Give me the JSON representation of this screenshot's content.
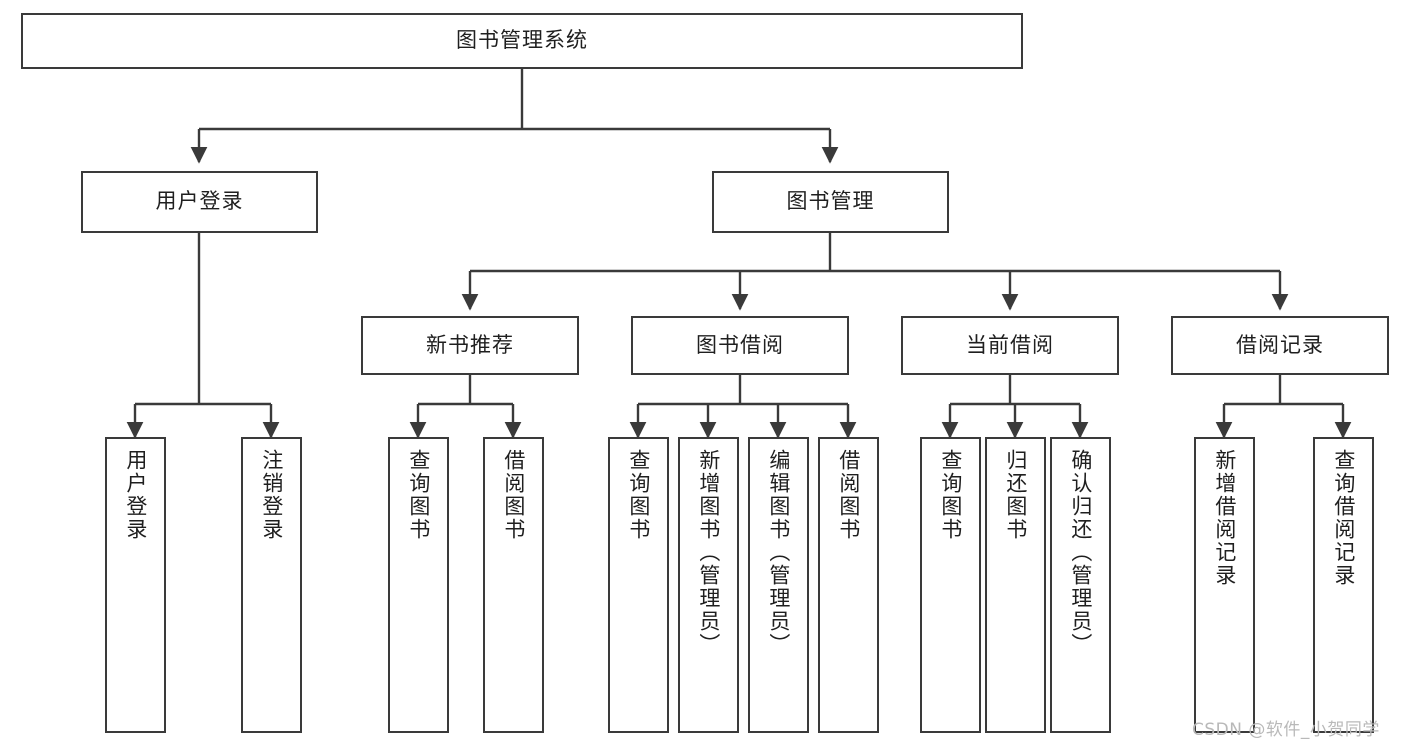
{
  "diagram": {
    "title": "图书管理系统",
    "watermark": "CSDN @软件_小贺同学",
    "stroke_color": "#3a3a3a",
    "background_color": "#ffffff",
    "text_color": "#1f1f1f",
    "watermark_color": "#b9b9b9"
  },
  "levels": {
    "root": {
      "label": "图书管理系统"
    },
    "level2": [
      {
        "label": "用户登录"
      },
      {
        "label": "图书管理"
      }
    ],
    "level3": [
      {
        "label": "新书推荐"
      },
      {
        "label": "图书借阅"
      },
      {
        "label": "当前借阅"
      },
      {
        "label": "借阅记录"
      }
    ],
    "leaves": {
      "user_login": [
        {
          "label": "用户登录"
        },
        {
          "label": "注销登录"
        }
      ],
      "new_book_recommend": [
        {
          "label": "查询图书"
        },
        {
          "label": "借阅图书"
        }
      ],
      "book_borrow": [
        {
          "label": "查询图书"
        },
        {
          "label": "新增图书（管理员）"
        },
        {
          "label": "编辑图书（管理员）"
        },
        {
          "label": "借阅图书"
        }
      ],
      "current_borrow": [
        {
          "label": "查询图书"
        },
        {
          "label": "归还图书"
        },
        {
          "label": "确认归还（管理员）"
        }
      ],
      "borrow_records": [
        {
          "label": "新增借阅记录"
        },
        {
          "label": "查询借阅记录"
        }
      ]
    }
  }
}
